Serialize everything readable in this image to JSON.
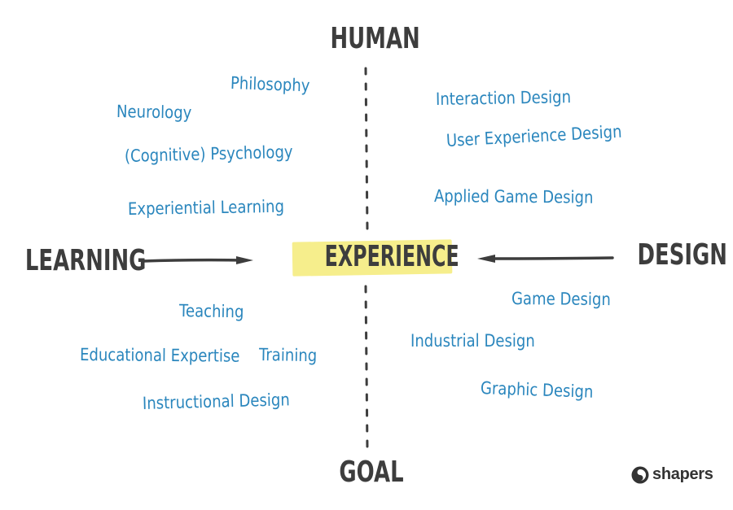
{
  "axes": {
    "top": "HUMAN",
    "bottom": "GOAL",
    "left": "LEARNING",
    "right": "DESIGN",
    "center": "EXPERIENCE"
  },
  "topics": {
    "learning_human": [
      "Philosophy",
      "Neurology",
      "(Cognitive) Psychology",
      "Experiential Learning"
    ],
    "design_human": [
      "Interaction Design",
      "User Experience Design",
      "Applied Game Design"
    ],
    "learning_goal": [
      "Teaching",
      "Educational Expertise",
      "Training",
      "Instructional Design"
    ],
    "design_goal": [
      "Game Design",
      "Industrial Design",
      "Graphic Design"
    ]
  },
  "logo": {
    "text": "shapers"
  },
  "colors": {
    "topic_text": "#2a86bd",
    "axis_text": "#3d3d3d",
    "highlight": "#f6ee8c"
  }
}
